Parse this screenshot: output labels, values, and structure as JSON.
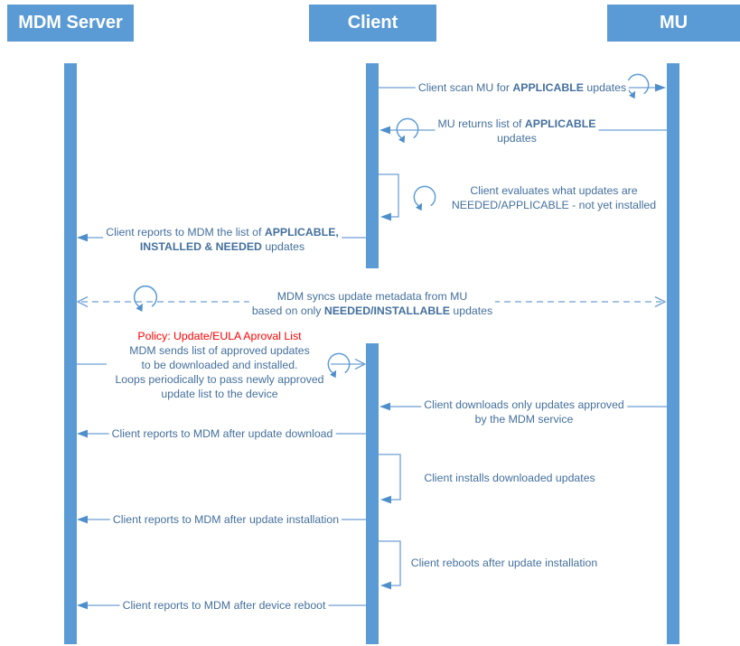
{
  "actors": {
    "mdm": "MDM Server",
    "client": "Client",
    "mu": "MU"
  },
  "messages": {
    "scan": {
      "pre": "Client scan MU for ",
      "bold": "APPLICABLE",
      "post": " updates"
    },
    "returns": {
      "l1_pre": "MU returns list of ",
      "l1_bold": "APPLICABLE",
      "l2": "updates"
    },
    "evaluates": {
      "l1": "Client evaluates what updates are",
      "l2": "NEEDED/APPLICABLE - not yet installed"
    },
    "reports_list": {
      "l1_pre": "Client reports to MDM the list of ",
      "l1_bold": "APPLICABLE,",
      "l2_bold": "INSTALLED & NEEDED",
      "l2_post": " updates"
    },
    "syncs": {
      "l1": "MDM syncs update metadata from MU",
      "l2_pre": "based on only ",
      "l2_bold": "NEEDED/INSTALLABLE",
      "l2_post": " updates"
    },
    "policy": {
      "title": "Policy: Update/EULA Aproval List",
      "l1": "MDM sends list of approved updates",
      "l2": "to be downloaded and installed.",
      "l3": "Loops periodically to pass newly approved",
      "l4": "update list to the device"
    },
    "downloads": {
      "l1": "Client downloads only updates approved",
      "l2": "by the MDM service"
    },
    "report_download": {
      "text": "Client reports to MDM after update download"
    },
    "installs": {
      "text": "Client installs downloaded updates"
    },
    "report_install": {
      "text": "Client reports to MDM after update installation"
    },
    "reboots": {
      "text": "Client reboots after update installation"
    },
    "report_reboot": {
      "text": "Client reports to MDM after device reboot"
    }
  },
  "colors": {
    "actor_fill": "#5B9BD5",
    "lifeline_fill": "#5B9BD5",
    "arrow_line": "#6E9FD4",
    "arrowhead": "#4E8FCB",
    "message_text": "#44709D",
    "policy_text": "#FF0000"
  }
}
